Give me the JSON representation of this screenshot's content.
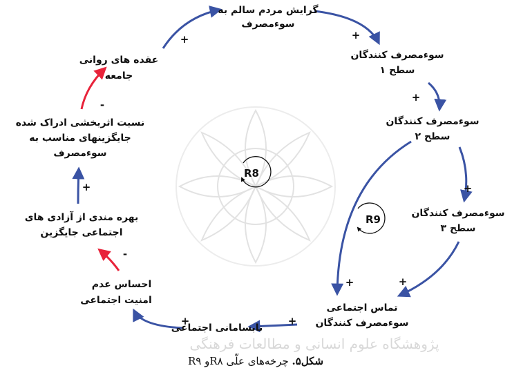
{
  "nodes": {
    "top": [
      "گرایش مردم سالم به",
      "سوءمصرف"
    ],
    "level1": [
      "سوءمصرف کنندگان",
      "سطح ۱"
    ],
    "level2": [
      "سوءمصرف کنندگان",
      "سطح ۲"
    ],
    "level3": [
      "سوءمصرف کنندگان",
      "سطح ۳"
    ],
    "contact": [
      "تماس اجتماعی",
      "سوءمصرف کنندگان"
    ],
    "disorder": [
      "نابسامانی اجتماعی"
    ],
    "insecurity": [
      "احساس عدم",
      "امنیت اجتماعی"
    ],
    "enjoyment": [
      "بهره مندی از آزادی های",
      "اجتماعی جایگزین"
    ],
    "perceived": [
      "نسبت اثربخشی ادراک شده",
      "جایگزینهای مناسب به",
      "سوءمصرف"
    ],
    "complex": [
      "عقده های روانی",
      "جامعه"
    ]
  },
  "signs": {
    "complex_to_top": "+",
    "top_to_level1": "+",
    "level1_to_level2": "+",
    "level2_to_level3": "+",
    "level3_to_contact": "+",
    "level2_to_contact": "+",
    "contact_to_disorder": "+",
    "disorder_to_insecurity": "+",
    "insecurity_to_enjoyment": "-",
    "enjoyment_to_perceived": "+",
    "perceived_to_complex": "-"
  },
  "loops": {
    "r8": "R8",
    "r9": "R9"
  },
  "caption": {
    "bold": "شکل۵.",
    "rest": " چرخه‌های علّی R۸و R۹"
  },
  "watermark": "پژوهشگاه علوم انسانی و مطالعات فرهنگی",
  "colors": {
    "positive_link": "#3a53a4",
    "negative_link": "#e8233a",
    "text": "#111111"
  }
}
